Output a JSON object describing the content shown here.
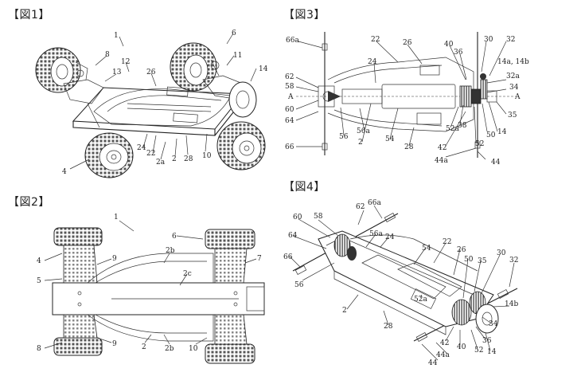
{
  "figures": {
    "fig1": {
      "title": "【図1】",
      "labels": {
        "l1": "1",
        "l6": "6",
        "l8": "8",
        "l11": "11",
        "l12": "12",
        "l13": "13",
        "l14": "14",
        "l26": "26",
        "l24": "24",
        "l22": "22",
        "l2a": "2a",
        "l2": "2",
        "l28": "28",
        "l10": "10",
        "l4": "4"
      }
    },
    "fig2": {
      "title": "【図2】",
      "labels": {
        "l1": "1",
        "l6": "6",
        "l2b_top": "2b",
        "l2c": "2c",
        "l4": "4",
        "l9_top": "9",
        "l7": "7",
        "l5": "5",
        "l8": "8",
        "l9_bot": "9",
        "l2": "2",
        "l2b_bot": "2b",
        "l10": "10"
      }
    },
    "fig3": {
      "title": "【図3】",
      "labels": {
        "l66a": "66a",
        "l22": "22",
        "l26": "26",
        "l40": "40",
        "l30": "30",
        "l32": "32",
        "l36": "36",
        "l14ab": "14a, 14b",
        "l24": "24",
        "l62": "62",
        "l58": "58",
        "l32a": "32a",
        "lA_left": "A",
        "lA_right": "A",
        "l34": "34",
        "l60": "60",
        "l64": "64",
        "l56a": "56a",
        "l52a": "52a",
        "l38": "38",
        "l35": "35",
        "l14": "14",
        "l50": "50",
        "l56": "56",
        "l2": "2",
        "l54": "54",
        "l28": "28",
        "l52": "52",
        "l42": "42",
        "l66": "66",
        "l44a": "44a",
        "l44": "44"
      }
    },
    "fig4": {
      "title": "【図4】",
      "labels": {
        "l66a": "66a",
        "l62": "62",
        "l60": "60",
        "l58": "58",
        "l64": "64",
        "l56a": "56a",
        "l24": "24",
        "l22": "22",
        "l54": "54",
        "l26": "26",
        "l66": "66",
        "l30": "30",
        "l32": "32",
        "l50": "50",
        "l35": "35",
        "l56": "56",
        "l52a": "52a",
        "l14b": "14b",
        "l2": "2",
        "l28": "28",
        "l34": "34",
        "l36": "36",
        "l42": "42",
        "l40": "40",
        "l52": "52",
        "l14": "14",
        "l44a": "44a",
        "l44": "44"
      }
    }
  }
}
